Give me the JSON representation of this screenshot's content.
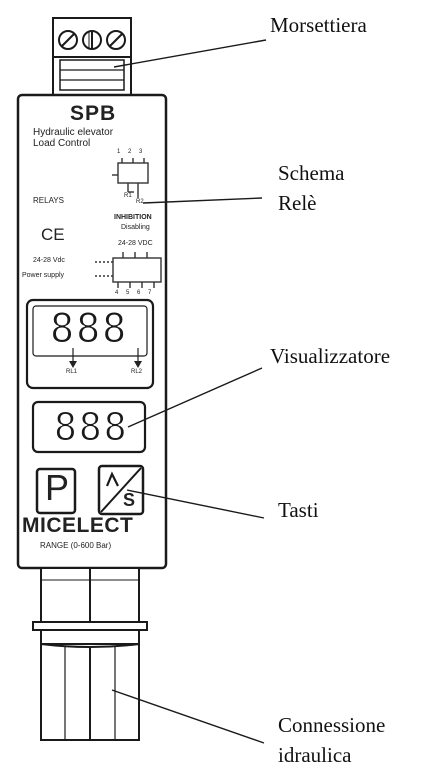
{
  "device": {
    "model": "SPB",
    "description_line1": "Hydraulic elevator",
    "description_line2": "Load Control",
    "relays_label": "RELAYS",
    "ce_mark": "CE",
    "inhibition_line1": "INHIBITION",
    "inhibition_line2": "Disabling",
    "inhibition_line3": "24-28 VDC",
    "supply_line1": "24-28 Vdc",
    "supply_line2": "Power supply",
    "relay_terminals": "1 2 3",
    "bottom_terminals": "4 5 6 7",
    "relay_labels": {
      "r1": "R1",
      "r2": "R2"
    },
    "display_labels": {
      "left": "RL1",
      "right": "RL2"
    },
    "display_top": "888",
    "display_bottom": "888",
    "key_p": "P",
    "key_s": "S",
    "brand": "MICELECT",
    "range": "RANGE (0-600 Bar)"
  },
  "callouts": {
    "morsettiera": "Morsettiera",
    "schema_line1": "Schema",
    "schema_line2": "Relè",
    "visualizzatore": "Visualizzatore",
    "tasti": "Tasti",
    "connessione_line1": "Connessione",
    "connessione_line2": "idraulica"
  },
  "colors": {
    "line": "#1a1a1a",
    "body_fill": "#ffffff",
    "text_faint": "#333333"
  }
}
